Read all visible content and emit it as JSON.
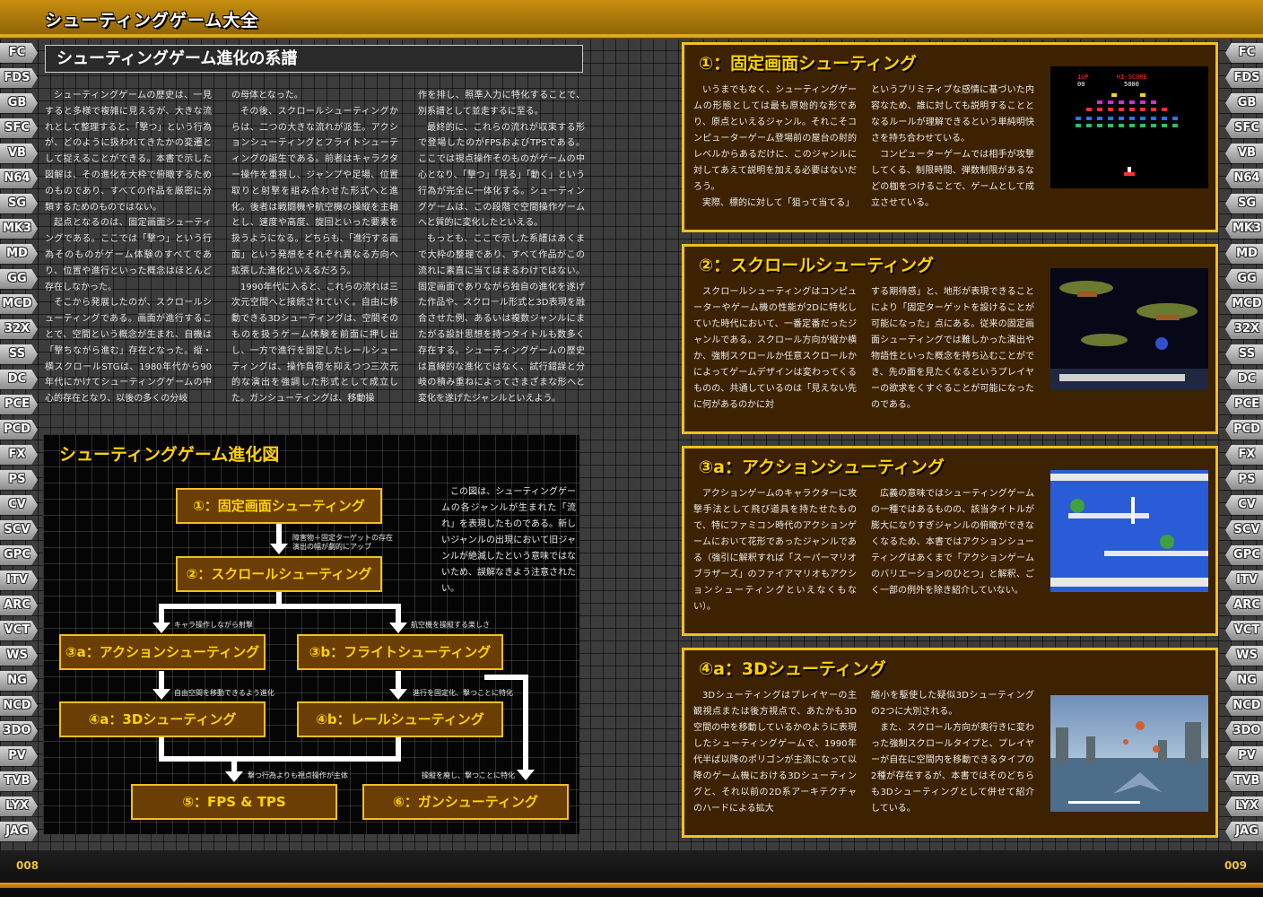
{
  "header": {
    "series_title": "シューティングゲーム大全"
  },
  "pages": {
    "left": "008",
    "right": "009"
  },
  "platform_tabs": [
    "FC",
    "FDS",
    "GB",
    "SFC",
    "VB",
    "N64",
    "SG",
    "MK3",
    "MD",
    "GG",
    "MCD",
    "32X",
    "SS",
    "DC",
    "PCE",
    "PCD",
    "FX",
    "PS",
    "CV",
    "SCV",
    "GPC",
    "ITV",
    "ARC",
    "VCT",
    "WS",
    "NG",
    "NCD",
    "3DO",
    "PV",
    "TVB",
    "LYX",
    "JAG"
  ],
  "left_page": {
    "heading": "シューティングゲーム進化の系譜",
    "columns": [
      [
        "シューティングゲームの歴史は、一見すると多様で複雑に見えるが、大きな流れとして整理すると、「撃つ」という行為が、どのように扱われてきたかの変遷として捉えることができる。本書で示した図解は、その進化を大枠で俯瞰するためのものであり、すべての作品を厳密に分類するためのものではない。",
        "起点となるのは、固定画面シューティングである。ここでは「撃つ」という行為そのものがゲーム体験のすべてであり、位置や進行といった概念はほとんど存在しなかった。",
        "そこから発展したのが、スクロールシューティングである。画面が進行することで、空間という概念が生まれ、自機は「撃ちながら進む」存在となった。縦・横スクロールSTGは、1980年代から90年代にかけてシューティングゲームの中心的存在となり、以後の多くの分岐"
      ],
      [
        "の母体となった。",
        "その後、スクロールシューティングからは、二つの大きな流れが派生。アクションシューティングとフライトシューティングの誕生である。前者はキャラクター操作を重視し、ジャンプや足場、位置取りと射撃を組み合わせた形式へと進化。後者は戦闘機や航空機の操縦を主軸とし、速度や高度、旋回といった要素を扱うようになる。どちらも、「進行する画面」という発想をそれぞれ異なる方向へ拡張した進化といえるだろう。",
        "1990年代に入ると、これらの流れは三次元空間へと接続されていく。自由に移動できる3Dシューティングは、空間そのものを扱うゲーム体験を前面に押し出し、一方で進行を固定したレールシューティングは、操作負荷を抑えつつ三次元的な演出を強調した形式として成立した。ガンシューティングは、移動操"
      ],
      [
        "作を排し、照準入力に特化することで、別系譜として並走するに至る。",
        "最終的に、これらの流れが収束する形で登場したのがFPSおよびTPSである。ここでは視点操作そのものがゲームの中心となり、「撃つ」「見る」「動く」という行為が完全に一体化する。シューティングゲームは、この段階で空間操作ゲームへと質的に変化したといえる。",
        "もっとも、ここで示した系譜はあくまで大枠の整理であり、すべて作品がこの流れに素直に当てはまるわけではない。固定画面でありながら独自の進化を遂げた作品や、スクロール形式と3D表現を融合させた例、あるいは複数ジャンルにまたがる設計思想を持つタイトルも数多く存在する。シューティングゲームの歴史は直線的な進化ではなく、試行錯誤と分岐の積み重ねによってさまざまな形へと変化を遂げたジャンルといえよう。"
      ]
    ],
    "chart": {
      "title": "シューティングゲーム進化図",
      "note": "この図は、シューティングゲームの各ジャンルが生まれた「流れ」を表現したものである。新しいジャンルの出現において旧ジャンルが絶滅したという意味ではないため、誤解なきよう注意されたい。",
      "nodes": {
        "n1": "①：固定画面シューティング",
        "n2": "②：スクロールシューティング",
        "n3a": "③a：アクションシューティング",
        "n3b": "③b：フライトシューティング",
        "n4a": "④a：3Dシューティング",
        "n4b": "④b：レールシューティング",
        "n5": "⑤：FPS & TPS",
        "n6": "⑥：ガンシューティング"
      },
      "edge_labels": {
        "e12_line1": "障害物＋固定ターゲットの存在",
        "e12_line2": "演出の幅が劇的にアップ",
        "e23a": "キャラ操作しながら射撃",
        "e23b": "航空機を操縦する楽しさ",
        "e3a4a": "自由空間を移動できるよう進化",
        "e3b4b": "進行を固定化、撃つことに特化",
        "e5": "撃つ行為よりも視点操作が主体",
        "e6": "操縦を廃し、撃つことに特化"
      }
    }
  },
  "right_page": {
    "cards": [
      {
        "title": "①：固定画面シューティング",
        "col1": [
          "いうまでもなく、シューティングゲームの形態としては最も原始的な形であり、原点といえるジャンル。それこそコンピューターゲーム登場前の屋台の射的レベルからあるだけに、このジャンルに対してあえて説明を加える必要はないだろう。",
          "実際、標的に対して「狙って当てる」"
        ],
        "col2": [
          "というプリミティブな感情に基づいた内容なため、誰に対しても説明することとなるルールが理解できるという単純明快さを持ち合わせている。",
          "コンピューターゲームでは相手が攻撃してくる、制限時間、弾数制限があるなどの枷をつけることで、ゲームとして成立させている。"
        ]
      },
      {
        "title": "②：スクロールシューティング",
        "col1": [
          "スクロールシューティングはコンピューターやゲーム機の性能が2Dに特化していた時代において、一番定番だったジャンルである。スクロール方向が縦か横か、強制スクロールか任意スクロールかによってゲームデザインは変わってくるものの、共通しているのは「見えない先に何があるのかに対"
        ],
        "col2": [
          "する期待感」と、地形が表現できることにより「固定ターゲットを設けることが可能になった」点にある。従来の固定画面シューティングでは難しかった演出や物語性といった概念を持ち込むことができ、先の面を見たくなるというプレイヤーの欲求をくすぐることが可能になったのである。"
        ]
      },
      {
        "title": "③a：アクションシューティング",
        "col1": [
          "アクションゲームのキャラクターに攻撃手法として飛び道具を持たせたもので、特にファミコン時代のアクションゲームにおいて花形であったジャンルである（強引に解釈すれば「スーパーマリオブラザーズ」のファイアマリオもアクションシューティングといえなくもない）。"
        ],
        "col2": [
          "広義の意味ではシューティングゲームの一種ではあるものの、該当タイトルが膨大になりすぎジャンルの俯瞰ができなくなるため、本書ではアクションシューティングはあくまで「アクションゲームのバリエーションのひとつ」と解釈、ごく一部の例外を除き紹介していない。"
        ]
      },
      {
        "title": "④a：3Dシューティング",
        "col1": [
          "3Dシューティングはプレイヤーの主観視点または後方視点で、あたかも3D空間の中を移動しているかのように表現したシューティングゲームで、1990年代半ば以降のポリゴンが主流になって以降のゲーム機における3Dシューティングと、それ以前の2D系アーキテクチャのハードによる拡大"
        ],
        "col2": [
          "縮小を駆使した疑似3Dシューティングの2つに大別される。",
          "また、スクロール方向が奥行きに変わった強制スクロールタイプと、プレイヤーが自在に空間内を移動できるタイプの2種が存在するが、本書ではそのどちらも3Dシューティングとして併せて紹介している。"
        ]
      }
    ],
    "screenshot1": {
      "score_1up": "1UP",
      "score_hi": "HI-SCORE",
      "hi_value": "5000",
      "p1_value": "00"
    }
  }
}
